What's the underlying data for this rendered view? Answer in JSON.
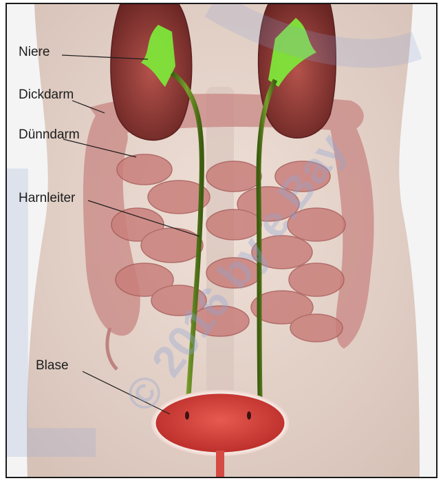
{
  "labels": {
    "niere": "Niere",
    "dickdarm": "Dickdarm",
    "duenndarm": "Dünndarm",
    "harnleiter": "Harnleiter",
    "blase": "Blase"
  },
  "watermark": {
    "text": "© 2016 by e.Bay"
  },
  "colors": {
    "skin": "#e9d6cc",
    "kidney": "#8f3b3b",
    "ureter": "#5a7d1a",
    "pelvis_green": "#7ee63a",
    "bladder": "#d9403a",
    "intestine": "#c98a86",
    "watermark": "#8fa6d6"
  }
}
